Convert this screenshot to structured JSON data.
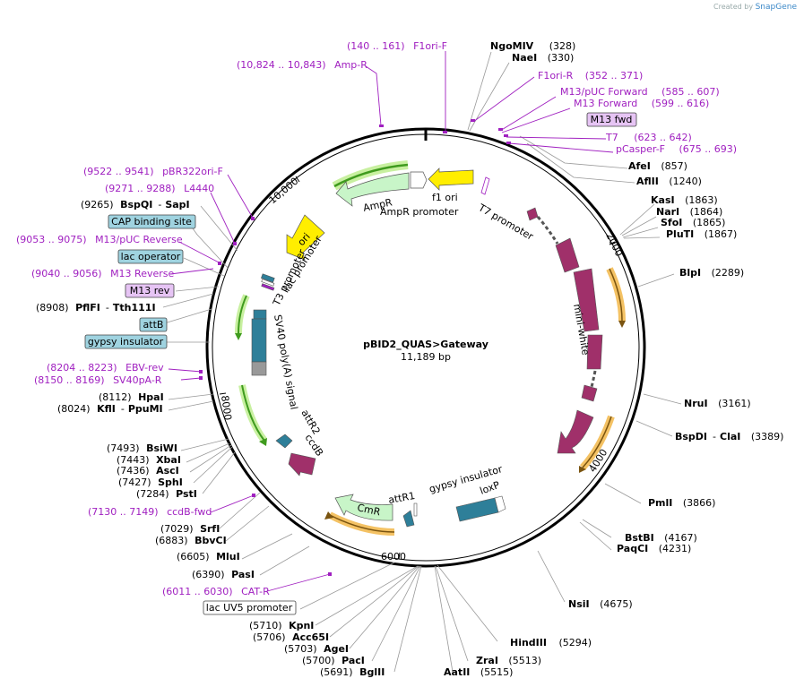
{
  "credit": {
    "prefix": "Created by",
    "brand": "SnapGene"
  },
  "plasmid": {
    "name": "pBID2_QUAS>Gateway",
    "size": "11,189 bp"
  },
  "ticks": [
    "2000",
    "4000",
    "6000",
    "8000",
    "10,000"
  ],
  "right_sites": [
    {
      "name": "NgoMIV",
      "pos": "(328)"
    },
    {
      "name": "NaeI",
      "pos": "(330)"
    },
    {
      "name": "AfeI",
      "pos": "(857)"
    },
    {
      "name": "AflII",
      "pos": "(1240)"
    },
    {
      "name": "KasI",
      "pos": "(1863)"
    },
    {
      "name": "NarI",
      "pos": "(1864)"
    },
    {
      "name": "SfoI",
      "pos": "(1865)"
    },
    {
      "name": "PluTI",
      "pos": "(1867)"
    },
    {
      "name": "BlpI",
      "pos": "(2289)"
    },
    {
      "name": "NruI",
      "pos": "(3161)"
    },
    {
      "name": "BspDI",
      "name2": "ClaI",
      "pos": "(3389)"
    },
    {
      "name": "PmlI",
      "pos": "(3866)"
    },
    {
      "name": "BstBI",
      "pos": "(4167)"
    },
    {
      "name": "PaqCI",
      "pos": "(4231)"
    },
    {
      "name": "NsiI",
      "pos": "(4675)"
    },
    {
      "name": "HindIII",
      "pos": "(5294)"
    },
    {
      "name": "ZraI",
      "pos": "(5513)"
    },
    {
      "name": "AatII",
      "pos": "(5515)"
    }
  ],
  "left_sites": [
    {
      "pos": "(9265)",
      "name": "BspQI",
      "name2": "SapI"
    },
    {
      "pos": "(8908)",
      "name": "PflFI",
      "name2": "Tth111I"
    },
    {
      "pos": "(8112)",
      "name": "HpaI"
    },
    {
      "pos": "(8024)",
      "name": "KflI",
      "name2": "PpuMI"
    },
    {
      "pos": "(7493)",
      "name": "BsiWI"
    },
    {
      "pos": "(7443)",
      "name": "XbaI"
    },
    {
      "pos": "(7436)",
      "name": "AscI"
    },
    {
      "pos": "(7427)",
      "name": "SphI"
    },
    {
      "pos": "(7284)",
      "name": "PstI"
    },
    {
      "pos": "(7029)",
      "name": "SrfI"
    },
    {
      "pos": "(6883)",
      "name": "BbvCI"
    },
    {
      "pos": "(6605)",
      "name": "MluI"
    },
    {
      "pos": "(6390)",
      "name": "PasI"
    },
    {
      "pos": "(5710)",
      "name": "KpnI"
    },
    {
      "pos": "(5706)",
      "name": "Acc65I"
    },
    {
      "pos": "(5703)",
      "name": "AgeI"
    },
    {
      "pos": "(5700)",
      "name": "PacI"
    },
    {
      "pos": "(5691)",
      "name": "BglII"
    }
  ],
  "primers": [
    {
      "range": "(140 .. 161)",
      "name": "F1ori-F"
    },
    {
      "range": "(10,824 .. 10,843)",
      "name": "Amp-R"
    },
    {
      "name": "F1ori-R",
      "range": "(352 .. 371)"
    },
    {
      "name": "M13/pUC Forward",
      "range": "(585 .. 607)"
    },
    {
      "name": "M13 Forward",
      "range": "(599 .. 616)"
    },
    {
      "name": "T7",
      "range": "(623 .. 642)"
    },
    {
      "name": "pCasper-F",
      "range": "(675 .. 693)"
    },
    {
      "range": "(9522 .. 9541)",
      "name": "pBR322ori-F"
    },
    {
      "range": "(9271 .. 9288)",
      "name": "L4440"
    },
    {
      "range": "(9053 .. 9075)",
      "name": "M13/pUC Reverse"
    },
    {
      "range": "(9040 .. 9056)",
      "name": "M13 Reverse"
    },
    {
      "range": "(8204 .. 8223)",
      "name": "EBV-rev"
    },
    {
      "range": "(8150 .. 8169)",
      "name": "SV40pA-R"
    },
    {
      "range": "(7130 .. 7149)",
      "name": "ccdB-fwd"
    },
    {
      "range": "(6011 .. 6030)",
      "name": "CAT-R"
    }
  ],
  "boxed_features": {
    "m13_fwd": "M13 fwd",
    "cap": "CAP binding site",
    "lac_operator": "lac operator",
    "m13_rev": "M13 rev",
    "attb": "attB",
    "gypsy": "gypsy insulator",
    "lacuv5": "lac UV5 promoter"
  },
  "inner_labels": {
    "f1ori": "f1 ori",
    "ampr": "AmpR",
    "ampr_promoter": "AmpR promoter",
    "t7_promoter": "T7 promoter",
    "ori": "ori",
    "lac_promoter": "lac promoter",
    "t3_promoter": "T3 promoter",
    "sv40": "SV40 poly(A) signal",
    "mini_white": "mini-white",
    "attr2": "attR2",
    "ccdb": "ccdB",
    "gypsy_inner": "gypsy insulator",
    "loxp": "loxP",
    "attr1": "attR1",
    "cmr": "CmR"
  },
  "colors": {
    "primer": "#a020c0",
    "mini_white": "#a0306a",
    "resistance": "#c8f5c8",
    "teal": "#2e7f99",
    "yellow": "#ffee00",
    "orf_halo": "#f4c264",
    "green_arc": "#3f9b1e"
  }
}
